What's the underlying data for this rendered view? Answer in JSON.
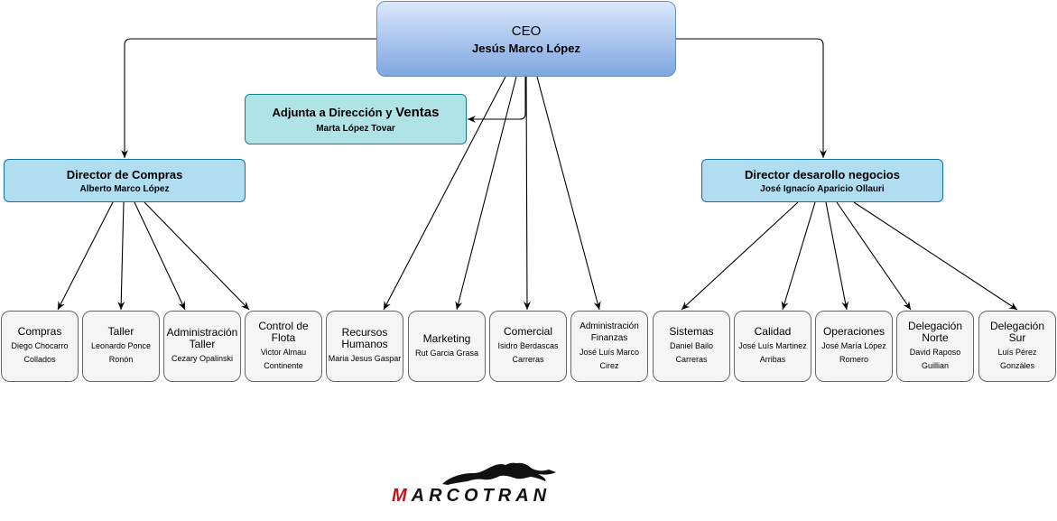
{
  "ceo": {
    "title": "CEO",
    "name": "Jesús Marco López"
  },
  "adjunta": {
    "title_prefix": "Adjunta a Dirección y ",
    "title_suffix": "Ventas",
    "name": "Marta López Tovar"
  },
  "dir_compras": {
    "title": "Director de Compras",
    "name": "Alberto Marco López"
  },
  "dir_negocios": {
    "title": "Director desarollo negocios",
    "name": "José Ignacío Aparicio Ollauri"
  },
  "leaves": [
    {
      "title": "Compras",
      "name": "Diego Chocarro Collados"
    },
    {
      "title": "Taller",
      "name": "Leonardo Ponce Ronón"
    },
    {
      "title": "Administración Taller",
      "name": "Cezary Opalinski"
    },
    {
      "title": "Control de Flota",
      "name": "Victor Almau Continente"
    },
    {
      "title": "Recursos Humanos",
      "name": "Maria Jesus Gaspar"
    },
    {
      "title": "Marketing",
      "name": "Rut Garcia Grasa"
    },
    {
      "title": "Comercial",
      "name": "Isidro Berdascas Carreras"
    },
    {
      "title": "Administración Finanzas",
      "name": "José Luís Marco Cirez"
    },
    {
      "title": "Sistemas",
      "name": "Daniel Bailo Carreras"
    },
    {
      "title": "Calidad",
      "name": "José Luís Martinez Arribas"
    },
    {
      "title": "Operaciones",
      "name": "José María López Romero"
    },
    {
      "title": "Delegación Norte",
      "name": "David Raposo Guillian"
    },
    {
      "title": "Delegación Sur",
      "name": "Luís Pérez Gonzáles"
    }
  ],
  "logo": {
    "text": "MARCOTRAN",
    "primary_color": "#c0141c",
    "secondary_color": "#111111"
  },
  "colors": {
    "ceo_fill_top": "#dae8fc",
    "ceo_fill_bottom": "#7ea6e0",
    "adjunta_fill": "#b0e3e6",
    "director_fill": "#b1ddf0",
    "leaf_fill": "#f5f5f5",
    "edge": "#000000"
  }
}
